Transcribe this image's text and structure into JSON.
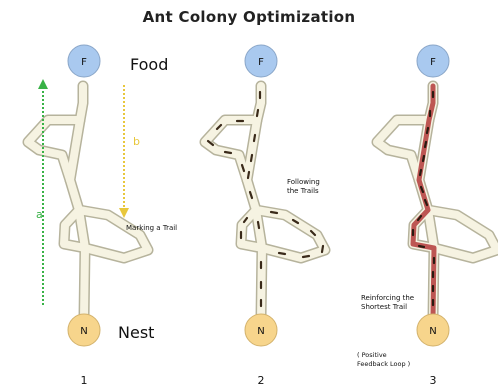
{
  "title": "Ant Colony Optimization",
  "node_food": "F",
  "node_nest": "N",
  "label_food": "Food",
  "label_nest": "Nest",
  "arrow_a": "a",
  "arrow_b": "b",
  "annotation_marking": "Marking a Trail",
  "annotation_following": [
    "Following",
    "the Trails"
  ],
  "annotation_reinforcing": [
    "Reinforcing the",
    "Shortest Trail"
  ],
  "annotation_feedback": [
    "( Positive",
    "Feedback Loop )"
  ],
  "panel_numbers": [
    "1",
    "2",
    "3"
  ],
  "colors": {
    "food_node": "#a9c9ef",
    "nest_node": "#f7d58c",
    "trail_fill": "#f6f3e2",
    "trail_edge": "#b6b39c",
    "arrow_a": "#38b246",
    "arrow_b": "#e8c73c",
    "ant": "#3a2a1a",
    "pheromone": "#b33a3a"
  }
}
